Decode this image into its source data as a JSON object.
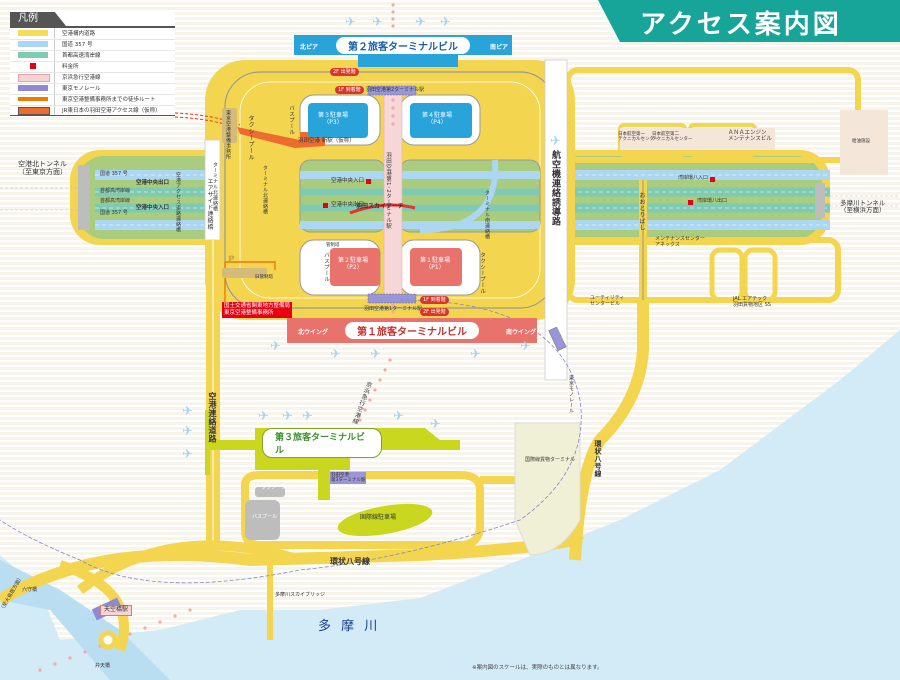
{
  "title": "アクセス案内図",
  "legend": {
    "heading": "凡例",
    "items": [
      {
        "label": "空港構内道路",
        "color": "#f5dd5a",
        "style": "bar"
      },
      {
        "label": "国道 357 号",
        "color": "#acd7f2",
        "style": "bar"
      },
      {
        "label": "首都高速湾岸線",
        "color": "#7fcab2",
        "style": "bar"
      },
      {
        "label": "料金所",
        "color": "#e60012",
        "style": "square"
      },
      {
        "label": "京浜急行空港線",
        "color": "#f7d3d3",
        "style": "dotted-box"
      },
      {
        "label": "東京モノレール",
        "color": "#8e8ad1",
        "style": "dashed-box"
      },
      {
        "label": "東京空港整備事務所までの徒歩ルート",
        "color": "#ee7a00",
        "style": "bar"
      },
      {
        "label": "JR東日本の羽田空港アクセス線（仮称）",
        "color": "#ee6b2f",
        "style": "dashed-box"
      }
    ]
  },
  "terminals": {
    "t2": {
      "name": "第２旅客ターミナルビル",
      "north": "北ピア",
      "south": "南ピア",
      "color": "#29a4db"
    },
    "t1": {
      "name": "第１旅客ターミナルビル",
      "north": "北ウイング",
      "south": "南ウイング",
      "color": "#e8736d"
    },
    "t3": {
      "name": "第３旅客ターミナルビル",
      "color": "#c9d81f"
    }
  },
  "parking": {
    "p1": {
      "name": "第１駐車場",
      "code": "（P1）"
    },
    "p2": {
      "name": "第２駐車場",
      "code": "（P2）"
    },
    "p3": {
      "name": "第３駐車場",
      "code": "（P3）"
    },
    "p4": {
      "name": "第４駐車場",
      "code": "（P4）"
    },
    "intl": "国際線駐車場",
    "p_icon": "P"
  },
  "badges": {
    "t2_departure": "2F 出発階",
    "t2_arrival": "1F 到着階",
    "t1_arrival": "1F 到着階",
    "t1_departure": "2F 出発階"
  },
  "stations": {
    "t2_station": "羽田空港第2ターミナル駅",
    "t1_station": "羽田空港第1ターミナル駅",
    "t12_station": "羽田空港第1･2ターミナル駅",
    "t3_station_line1": "羽田空港",
    "t3_station_line2": "第3ターミナル駅",
    "new_station": "羽田空港 新駅（仮称）",
    "tenkubashi": "天空橋駅",
    "seibijo": "整備場駅",
    "intl_t3_keikyu": "羽田空港第3ターミナル駅"
  },
  "roads": {
    "north_tunnel": "空港北トンネル",
    "north_tunnel_dir": "（至東京方面）",
    "tamagawa_tunnel": "多摩川トンネル",
    "tamagawa_tunnel_dir": "（至横浜方面）",
    "rt357_a": "国道 357 号",
    "rt357_b": "国道 357 号",
    "wangan_a": "首都高湾岸線",
    "wangan_b": "首都高湾岸線",
    "central_exit": "空港中央出口",
    "central_entrance": "空港中央入口",
    "central_entrance2": "空港中央入口",
    "central_exit2": "空港中央出口",
    "bay_entrance": "湾岸環八入口",
    "bay_exit": "湾岸環八出口",
    "airside": "エアサイド連絡橋",
    "access_bridge": "空港アクセス道路連絡橋",
    "terminal_bridge1": "ターミナル北連絡橋",
    "terminal_bridge2": "ターミナル南連絡橋",
    "kokuki": "航空機連絡誘導路",
    "kuko_renraku": "空港連絡道路",
    "kanpachi": "環状八号線",
    "kanpachi_v": "環状八号線",
    "ootoribashi": "おおとりばし",
    "sky_arch": "羽田スカイアーチ",
    "sky_bridge": "多摩川スカイブリッジ",
    "taxi_pool": "タクシープール",
    "taxi_pool2": "タクシープール",
    "taxi_pool3": "タクシープール",
    "bus_pool": "バスプール",
    "bus_pool2": "バスプール",
    "bus_pool3": "バスプール",
    "keikyu_line": "京浜急行空港線",
    "monorail": "東京モノレール",
    "kanseito": "管制塔",
    "kyu_kanseito": "旧管制塔"
  },
  "facilities": {
    "jal_tech1": "日本航空第一\nテクニカルセンター",
    "jal_tech2": "日本航空第二\nテクニカルセンター",
    "ana_engine": "ＡＮＡエンジン\nメンテナンスビル",
    "fuel": "給油施設",
    "maint_annex": "メンテナンスセンター\nアネックス",
    "utility": "ユーティリティ\nセンタービル",
    "jal_airtech": "JAL エアテック\n羽田貨物地区 SS",
    "cargo": "国際線貨物ターミナル",
    "office": "国土交通省関東地方整備局\n東京空港整備事務所",
    "office_small": "東京空港整備事務所"
  },
  "places": {
    "tamagawa": "多 摩 川",
    "rokugobashi": "六守橋",
    "bentenbashi": "弁天橋",
    "daishi": "（至大鳥居方面）"
  },
  "note": "※案内図のスケールは、実際のものとは異なります。"
}
